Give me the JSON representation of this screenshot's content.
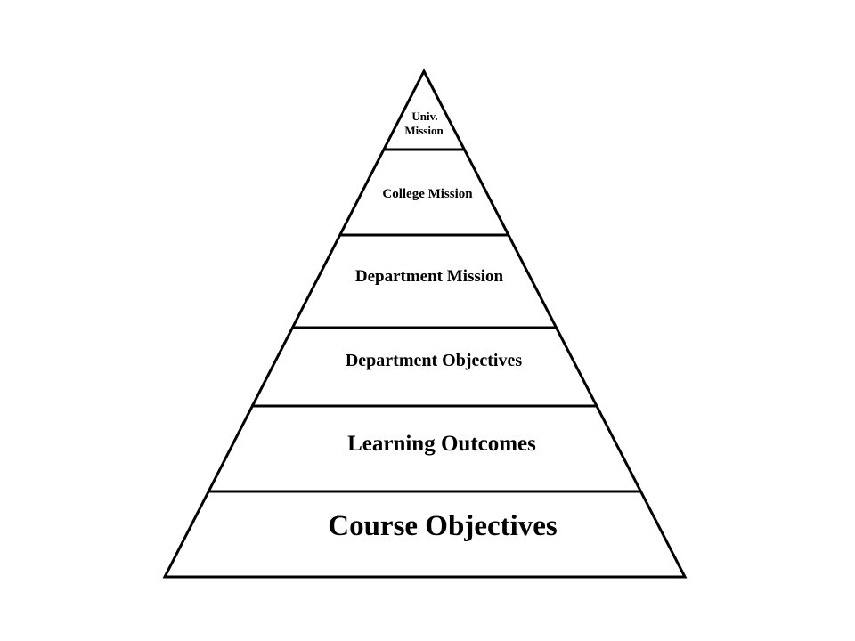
{
  "title": "Pyramid of mission and objectives",
  "levels": [
    {
      "lines": [
        "Univ.",
        "Mission"
      ]
    },
    {
      "lines": [
        "College Mission"
      ]
    },
    {
      "lines": [
        "Department Mission"
      ]
    },
    {
      "lines": [
        "Department Objectives"
      ]
    },
    {
      "lines": [
        "Learning Outcomes"
      ]
    },
    {
      "lines": [
        "Course Objectives"
      ]
    }
  ],
  "colors": {
    "stroke": "#000000",
    "background": "#ffffff"
  }
}
